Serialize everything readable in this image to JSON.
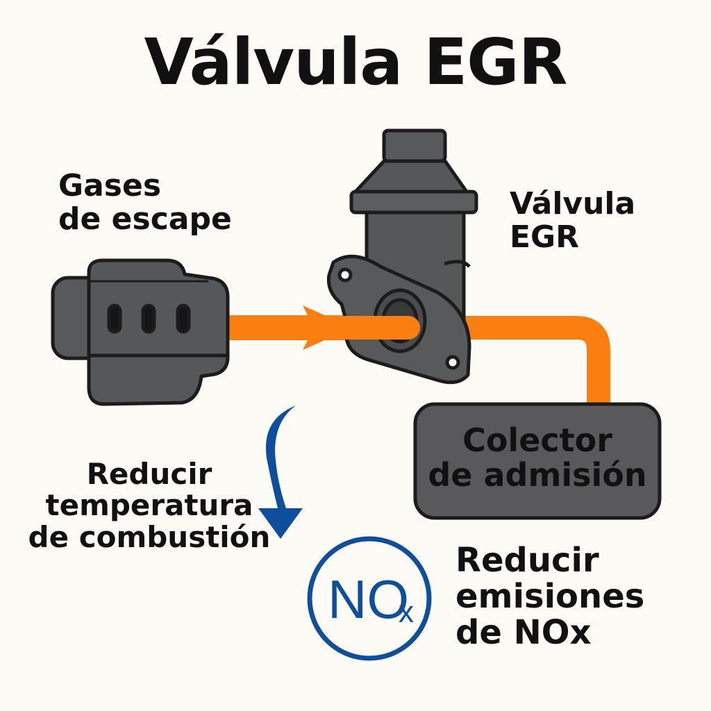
{
  "title": "Válvula EGR",
  "labels": {
    "exhaust_line1": "Gases",
    "exhaust_line2": "de escape",
    "valve_line1": "Válvula",
    "valve_line2": "EGR",
    "collector_line1": "Colector",
    "collector_line2": "de admisión",
    "combustion_line1": "Reducir",
    "combustion_line2": "temperatura",
    "combustion_line3": "de combustión",
    "emissions_line1": "Reducir",
    "emissions_line2": "emisiones",
    "emissions_line3": "de NOx",
    "nox_main": "NO",
    "nox_sub": "x"
  },
  "colors": {
    "flow": "#fb7f10",
    "component_fill": "#555759",
    "component_stroke": "#1c1c1c",
    "accent_blue": "#0d4f9c",
    "background": "#fcfbf6"
  },
  "icons": {
    "engine": "engine-block-icon",
    "valve": "egr-valve-icon",
    "arrow": "down-arrow-icon",
    "nox": "nox-badge-icon"
  }
}
